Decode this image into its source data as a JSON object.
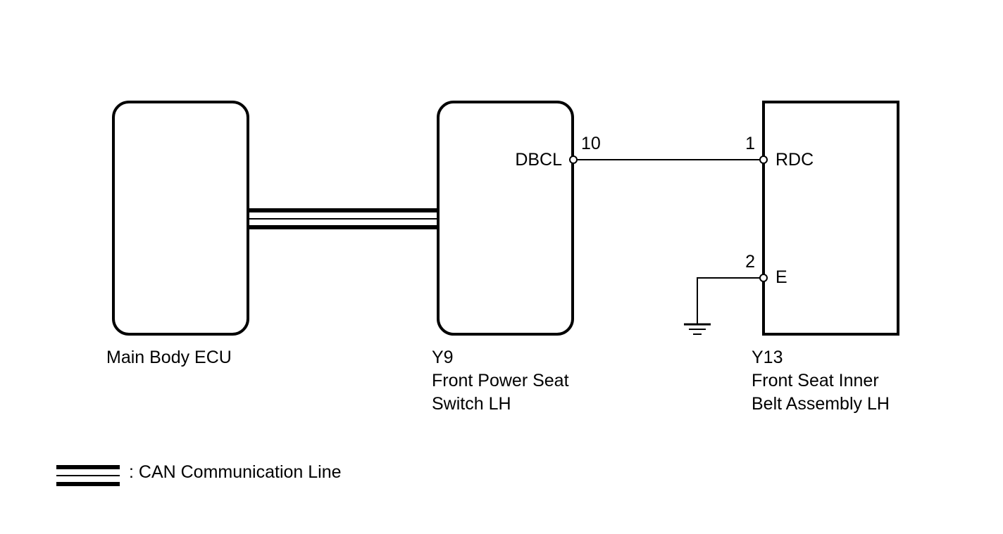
{
  "components": {
    "main_body_ecu": {
      "name": "Main Body ECU"
    },
    "power_seat_switch": {
      "code": "Y9",
      "name_line1": "Front Power Seat",
      "name_line2": "Switch LH",
      "pin_number": "10",
      "pin_name": "DBCL"
    },
    "inner_belt": {
      "code": "Y13",
      "name_line1": "Front Seat Inner",
      "name_line2": "Belt Assembly LH",
      "pin1_number": "1",
      "pin1_name": "RDC",
      "pin2_number": "2",
      "pin2_name": "E"
    }
  },
  "legend": {
    "can_label": ": CAN Communication Line"
  }
}
